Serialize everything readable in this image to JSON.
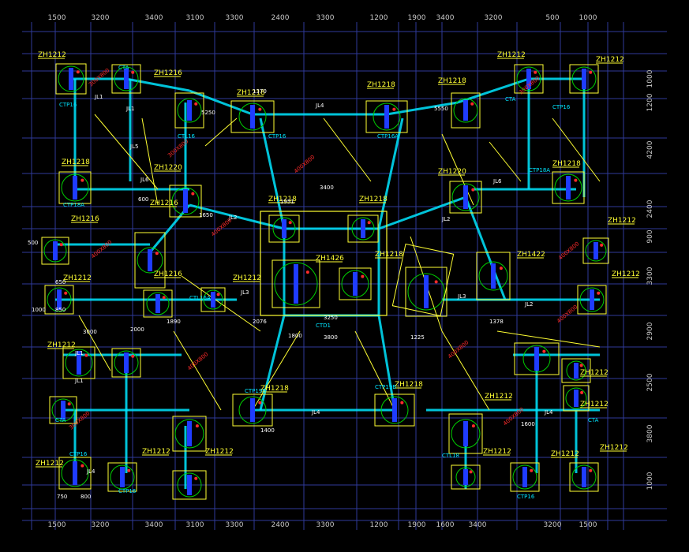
{
  "drawing": {
    "background": "#000000",
    "colors": {
      "grid": "#2f3a9a",
      "outline": "#ffff33",
      "beam": "#00e5ff",
      "rebar": "#1f3cff",
      "circle": "#00d000",
      "annotation": "#ff2b2b",
      "text": "#ffffff"
    },
    "top_dims": [
      "1500",
      "3200",
      "3400",
      "3100",
      "3300",
      "2400",
      "3300",
      "1200",
      "1900",
      "3400",
      "3200",
      "500",
      "1000"
    ],
    "bottom_dims": [
      "1500",
      "3200",
      "3400",
      "3100",
      "3300",
      "2400",
      "3300",
      "1200",
      "1900",
      "1600",
      "3400",
      "3200",
      "1500"
    ],
    "right_dims": [
      "1000",
      "1200",
      "4200",
      "2400",
      "900",
      "3300",
      "2900",
      "2500",
      "3800",
      "1000"
    ],
    "labels": [
      {
        "t": "ZH1212",
        "c": "y"
      },
      {
        "t": "ZH1216",
        "c": "y"
      },
      {
        "t": "ZH1218",
        "c": "y"
      },
      {
        "t": "ZH1218",
        "c": "y"
      },
      {
        "t": "ZH1218",
        "c": "y"
      },
      {
        "t": "ZH1212",
        "c": "y"
      },
      {
        "t": "ZH1212",
        "c": "y"
      },
      {
        "t": "ZH1218",
        "c": "y"
      },
      {
        "t": "ZH1218",
        "c": "y"
      },
      {
        "t": "ZH1216",
        "c": "y"
      },
      {
        "t": "ZH1218",
        "c": "y"
      },
      {
        "t": "ZH1218",
        "c": "y"
      },
      {
        "t": "ZH1216",
        "c": "y"
      },
      {
        "t": "ZH1426",
        "c": "y"
      },
      {
        "t": "ZH1218",
        "c": "y"
      },
      {
        "t": "ZH1422",
        "c": "y"
      },
      {
        "t": "ZH1212",
        "c": "y"
      },
      {
        "t": "ZH1216",
        "c": "y"
      },
      {
        "t": "ZH1212",
        "c": "y"
      },
      {
        "t": "ZH1212",
        "c": "y"
      },
      {
        "t": "ZH1212",
        "c": "y"
      },
      {
        "t": "ZH1212",
        "c": "y"
      },
      {
        "t": "ZH1218",
        "c": "y"
      },
      {
        "t": "ZH1218",
        "c": "y"
      },
      {
        "t": "ZH1212",
        "c": "y"
      },
      {
        "t": "ZH1212",
        "c": "y"
      },
      {
        "t": "ZH1212",
        "c": "y"
      },
      {
        "t": "ZH1212",
        "c": "y"
      },
      {
        "t": "ZH1212",
        "c": "y"
      },
      {
        "t": "ZH1212",
        "c": "y"
      },
      {
        "t": "ZH1212",
        "c": "y"
      },
      {
        "t": "ZH1220",
        "c": "y"
      },
      {
        "t": "ZH1220",
        "c": "y"
      },
      {
        "t": "ZH1212",
        "c": "y"
      },
      {
        "t": "ZH1212",
        "c": "y"
      },
      {
        "t": "CTA",
        "c": "c"
      },
      {
        "t": "CTA",
        "c": "c"
      },
      {
        "t": "CTP16",
        "c": "c"
      },
      {
        "t": "CTP16",
        "c": "c"
      },
      {
        "t": "CTP18A",
        "c": "c"
      },
      {
        "t": "CTP18A",
        "c": "c"
      },
      {
        "t": "CTP16A",
        "c": "c"
      },
      {
        "t": "CTP16",
        "c": "c"
      },
      {
        "t": "CTP19B",
        "c": "c"
      },
      {
        "t": "CTP19B",
        "c": "c"
      },
      {
        "t": "CTD1",
        "c": "c"
      },
      {
        "t": "CTL16",
        "c": "c"
      },
      {
        "t": "CTL16A",
        "c": "c"
      },
      {
        "t": "CTL18",
        "c": "c"
      },
      {
        "t": "CTP16",
        "c": "c"
      },
      {
        "t": "CTP16",
        "c": "c"
      },
      {
        "t": "CTP16",
        "c": "c"
      },
      {
        "t": "CTA",
        "c": "c"
      },
      {
        "t": "CTA",
        "c": "c"
      },
      {
        "t": "JL1",
        "c": "w"
      },
      {
        "t": "JL1",
        "c": "w"
      },
      {
        "t": "JL2",
        "c": "w"
      },
      {
        "t": "JL3",
        "c": "w"
      },
      {
        "t": "JL4",
        "c": "w"
      },
      {
        "t": "JL4",
        "c": "w"
      },
      {
        "t": "JL4",
        "c": "w"
      },
      {
        "t": "JL5",
        "c": "w"
      },
      {
        "t": "JL6",
        "c": "w"
      },
      {
        "t": "JL6",
        "c": "w"
      },
      {
        "t": "JL1",
        "c": "w"
      },
      {
        "t": "JL2",
        "c": "w"
      },
      {
        "t": "JL3",
        "c": "w"
      },
      {
        "t": "JL4",
        "c": "w"
      },
      {
        "t": "JL1",
        "c": "w"
      },
      {
        "t": "JL2",
        "c": "w"
      },
      {
        "t": "300X800",
        "c": "r"
      },
      {
        "t": "400X800",
        "c": "r"
      },
      {
        "t": "400X800",
        "c": "r"
      },
      {
        "t": "300X800",
        "c": "r"
      },
      {
        "t": "400X800",
        "c": "r"
      },
      {
        "t": "400X800",
        "c": "r"
      },
      {
        "t": "400X800",
        "c": "r"
      },
      {
        "t": "400X800",
        "c": "r"
      },
      {
        "t": "300X800",
        "c": "r"
      },
      {
        "t": "400X800",
        "c": "r"
      },
      {
        "t": "400X800",
        "c": "r"
      },
      {
        "t": "300X800",
        "c": "r"
      },
      {
        "t": "3400",
        "c": "w"
      },
      {
        "t": "3250",
        "c": "w"
      },
      {
        "t": "1951",
        "c": "w"
      },
      {
        "t": "1650",
        "c": "w"
      },
      {
        "t": "5250",
        "c": "w"
      },
      {
        "t": "5550",
        "c": "w"
      },
      {
        "t": "2076",
        "c": "w"
      },
      {
        "t": "3800",
        "c": "w"
      },
      {
        "t": "1800",
        "c": "w"
      },
      {
        "t": "1225",
        "c": "w"
      },
      {
        "t": "1378",
        "c": "w"
      },
      {
        "t": "1400",
        "c": "w"
      },
      {
        "t": "1600",
        "c": "w"
      },
      {
        "t": "2000",
        "c": "w"
      },
      {
        "t": "3000",
        "c": "w"
      },
      {
        "t": "1890",
        "c": "w"
      },
      {
        "t": "800",
        "c": "w"
      },
      {
        "t": "850",
        "c": "w"
      },
      {
        "t": "750",
        "c": "w"
      },
      {
        "t": "650",
        "c": "w"
      },
      {
        "t": "1000",
        "c": "w"
      },
      {
        "t": "1370",
        "c": "w"
      },
      {
        "t": "600",
        "c": "w"
      },
      {
        "t": "500",
        "c": "w"
      }
    ]
  }
}
